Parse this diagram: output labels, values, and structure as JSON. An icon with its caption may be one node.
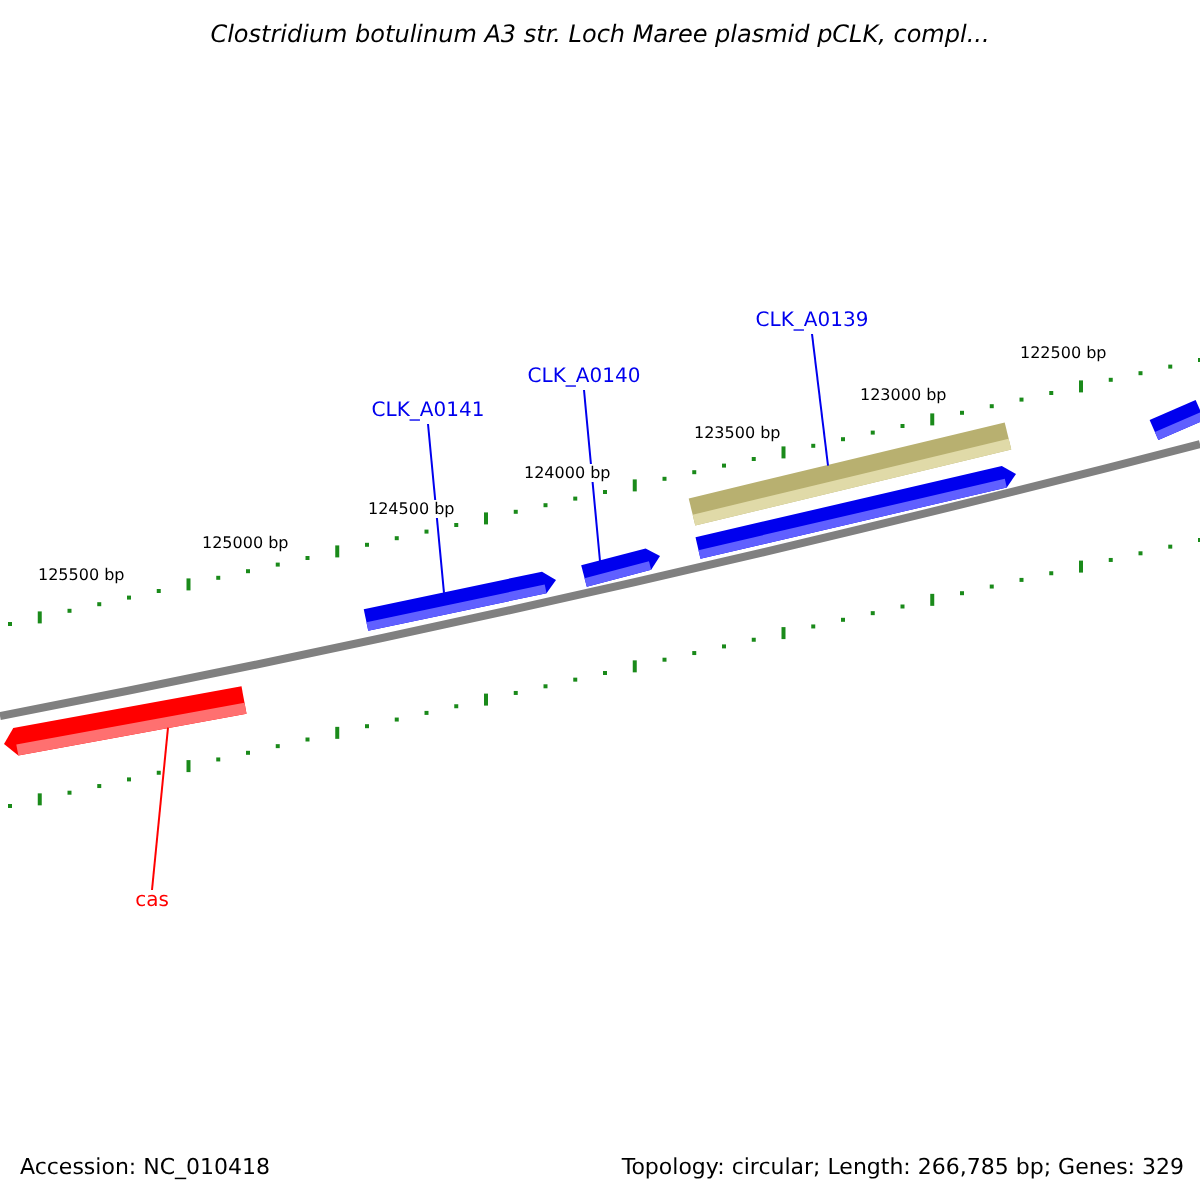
{
  "diagram": {
    "title": "Clostridium botulinum A3 str. Loch Maree plasmid pCLK, compl...",
    "nodes": [
      {
        "text": [
          "CLK_A0141"
        ]
      },
      {
        "text": [
          "CLK_A0140"
        ]
      },
      {
        "text": [
          "CLK_A0139"
        ]
      },
      {
        "text": [
          "cas"
        ]
      },
      {
        "text": [],
        "shape": "bar"
      },
      {
        "text": [],
        "shape": "bar"
      },
      {
        "text": [],
        "shape": "bar"
      },
      {
        "text": [],
        "shape": "bar"
      },
      {
        "text": [],
        "shape": "bar"
      },
      {
        "text": [],
        "shape": "bar"
      }
    ],
    "edges": [
      {
        "from": 0,
        "to": 5,
        "arrow": "none"
      },
      {
        "from": 1,
        "to": 6,
        "arrow": "none"
      },
      {
        "from": 2,
        "to": 7,
        "arrow": "none"
      },
      {
        "from": 3,
        "to": 4,
        "arrow": "none",
        "color": "#ff0000"
      }
    ],
    "labels": [
      "122500 bp",
      "123000 bp",
      "123500 bp",
      "124000 bp",
      "124500 bp",
      "125000 bp",
      "125500 bp",
      "Accession: NC_010418",
      "Topology: circular; Length: 266,785 bp; Genes: 329"
    ]
  }
}
